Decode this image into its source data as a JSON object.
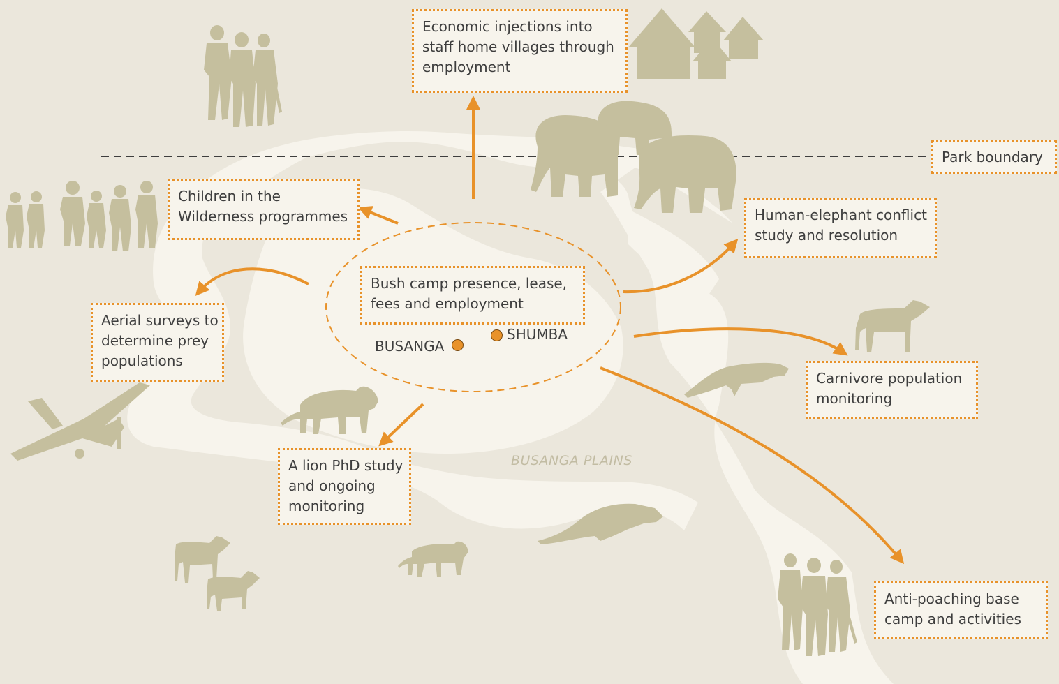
{
  "labels": {
    "economic": [
      "Economic injections into",
      "staff home villages through",
      "employment"
    ],
    "park_boundary": "Park boundary",
    "children": [
      "Children in the",
      "Wilderness programmes"
    ],
    "human_elephant": [
      "Human-elephant conflict",
      "study and resolution"
    ],
    "bush_camp": [
      "Bush camp presence, lease,",
      "fees and employment"
    ],
    "busanga": "BUSANGA",
    "shumba": "SHUMBA",
    "aerial": [
      "Aerial surveys to",
      "determine prey",
      "populations"
    ],
    "carnivore": [
      "Carnivore population",
      "monitoring"
    ],
    "lion_study": [
      "A lion PhD study",
      "and ongoing",
      "monitoring"
    ],
    "plains": "BUSANGA PLAINS",
    "anti_poaching": [
      "Anti-poaching base",
      "camp and activities"
    ]
  },
  "colors": {
    "background": "#ebe7dc",
    "plains": "#f7f4ec",
    "silhouette": "#c5bf9e",
    "accent": "#e8922a",
    "text": "#3e3e3e"
  },
  "icons": [
    "rangers-icon",
    "village-huts-icon",
    "elephant-herd-icon",
    "children-group-icon",
    "aircraft-icon",
    "lion-icon",
    "wild-dog-icon",
    "cheetah-icon"
  ]
}
